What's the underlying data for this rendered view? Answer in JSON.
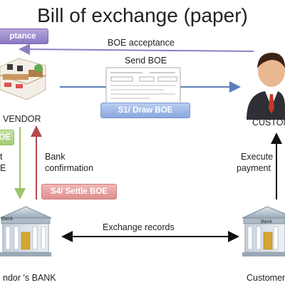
{
  "title": "Bill of exchange (paper)",
  "labels": {
    "boe_acceptance": "BOE acceptance",
    "send_boe": "Send BOE",
    "vendor": "VENDOR",
    "customer": "CUSTOM",
    "bank_confirmation_line1": "Bank",
    "bank_confirmation_line2": "confirmation",
    "execute_payment_line1": "Execute",
    "execute_payment_line2": "payment",
    "exchange_records": "Exchange records",
    "vendor_bank": "ndor 's BANK",
    "customer_bank": "Customer",
    "partial_t": "t",
    "partial_e": "E",
    "bank_sign": "Bank"
  },
  "badges": {
    "acceptance": "ptance",
    "draw_boe": "S1/ Draw BOE",
    "settle_boe": "S4/ Settle BOE",
    "boe_green": "OE"
  },
  "colors": {
    "purple_arrow": "#8e7fc4",
    "blue_arrow": "#5a7fb8",
    "green_arrow": "#9cc46a",
    "red_arrow": "#b44a4a",
    "black_arrow": "#111111"
  }
}
